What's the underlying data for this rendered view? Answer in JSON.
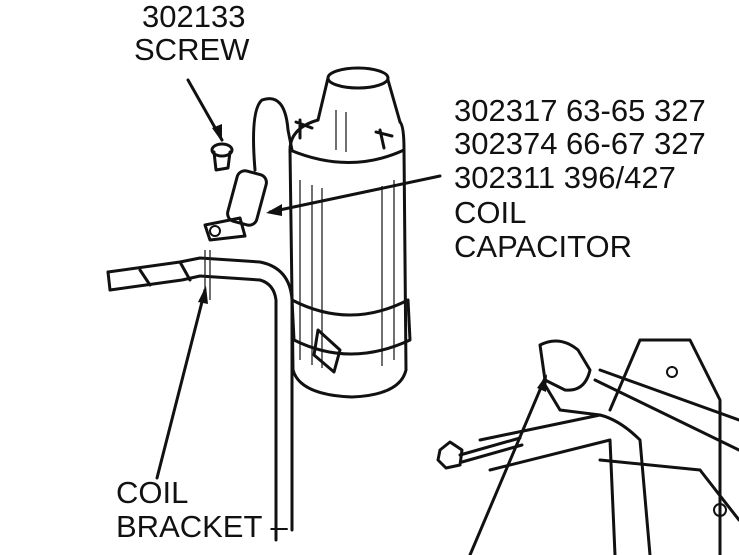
{
  "labels": {
    "screw": {
      "part_number": "302133",
      "name": "SCREW"
    },
    "capacitor": {
      "part_numbers": [
        "302317 63-65 327",
        "302374 66-67 327",
        "302311 396/427"
      ],
      "name_line1": "COIL",
      "name_line2": "CAPACITOR"
    },
    "bracket": {
      "name_line1": "COIL",
      "name_line2": "BRACKET –"
    }
  }
}
